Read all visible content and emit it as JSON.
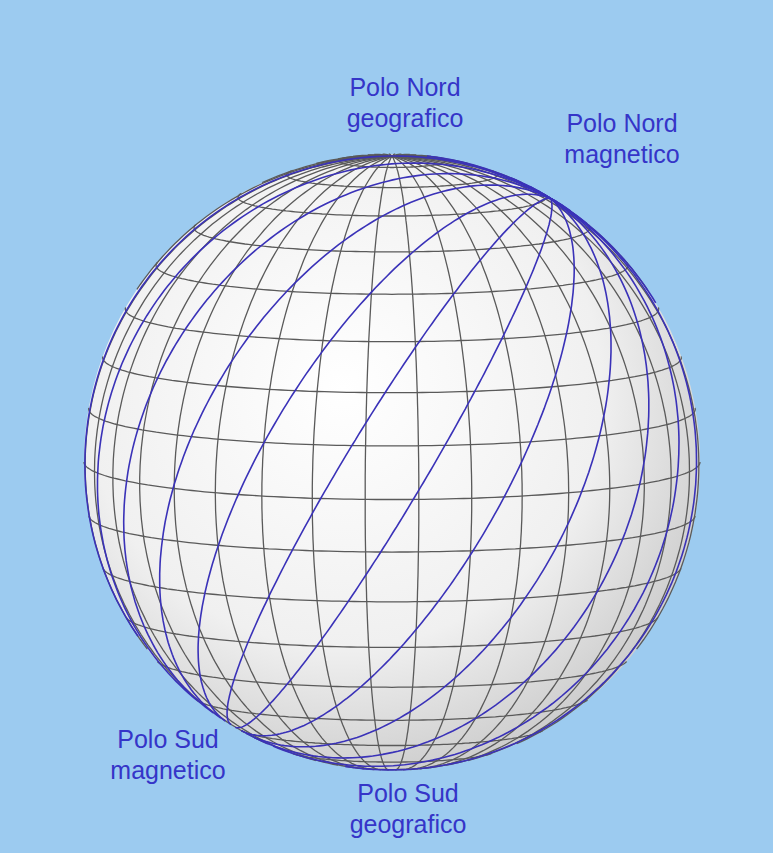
{
  "diagram": {
    "labels": [
      "Polo Nord geografico",
      "Polo Nord magnetico",
      "Polo Sud magnetico",
      "Polo Sud geografico"
    ]
  }
}
